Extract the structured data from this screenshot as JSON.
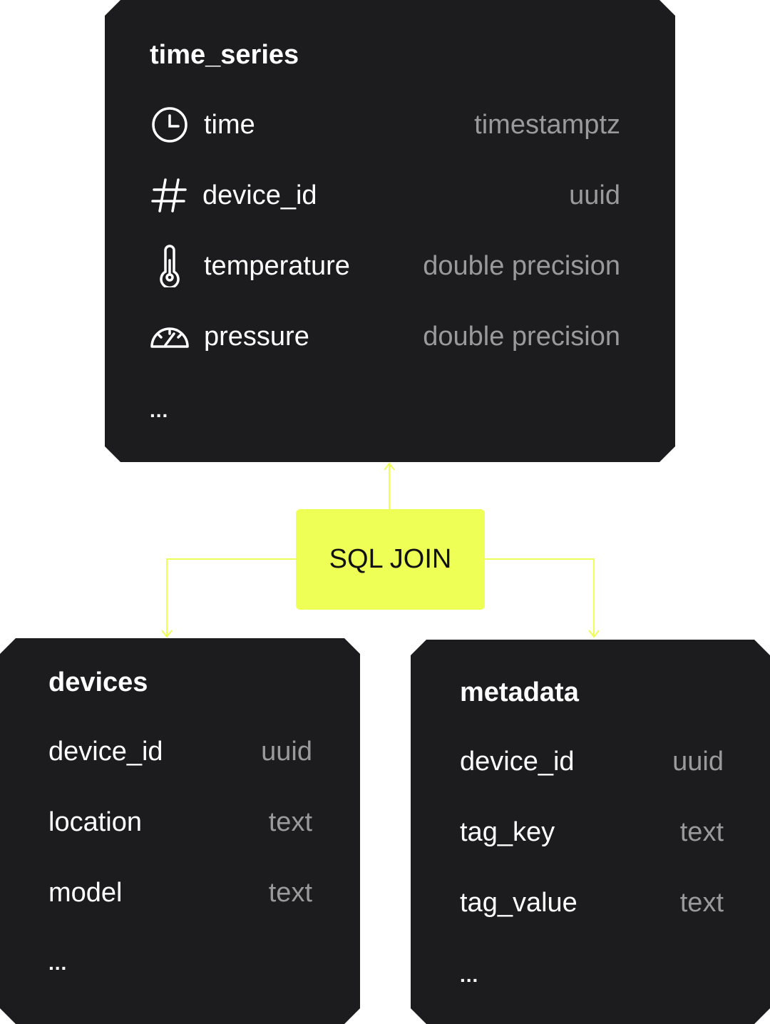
{
  "time_series": {
    "title": "time_series",
    "columns": [
      {
        "icon": "clock-icon",
        "name": "time",
        "type": "timestamptz"
      },
      {
        "icon": "hash-icon",
        "name": "device_id",
        "type": "uuid"
      },
      {
        "icon": "thermometer-icon",
        "name": "temperature",
        "type": "double precision"
      },
      {
        "icon": "gauge-icon",
        "name": "pressure",
        "type": "double precision"
      }
    ],
    "more": "..."
  },
  "join": {
    "label": "SQL JOIN",
    "color": "#eeff55"
  },
  "devices": {
    "title": "devices",
    "columns": [
      {
        "name": "device_id",
        "type": "uuid"
      },
      {
        "name": "location",
        "type": "text"
      },
      {
        "name": "model",
        "type": "text"
      }
    ],
    "more": "..."
  },
  "metadata": {
    "title": "metadata",
    "columns": [
      {
        "name": "device_id",
        "type": "uuid"
      },
      {
        "name": "tag_key",
        "type": "text"
      },
      {
        "name": "tag_value",
        "type": "text"
      }
    ],
    "more": "..."
  }
}
